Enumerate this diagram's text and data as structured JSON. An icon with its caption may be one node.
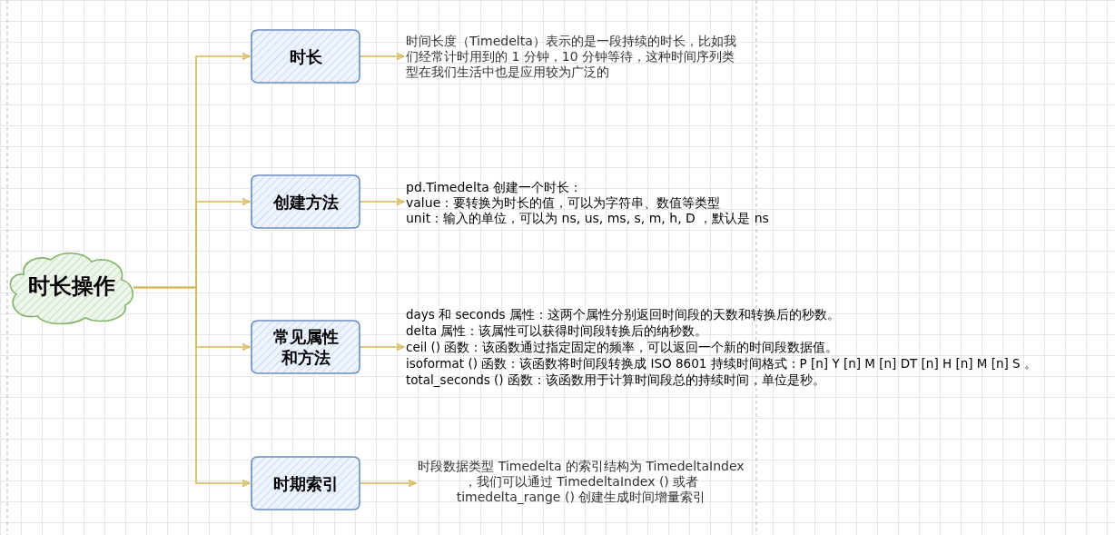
{
  "diagram": {
    "nodes": [
      {
        "text": [
          "时长操作"
        ]
      },
      {
        "text": [
          "时长"
        ]
      },
      {
        "text": [
          "创建方法"
        ]
      },
      {
        "text": [
          "常见属性和方法"
        ]
      },
      {
        "text": [
          "时期索引"
        ]
      },
      {
        "text": [
          "时间长度（Timedelta）表示的是一段持续的时长，比如我们经常计时用到的 1 分钟，10 分钟等待，这种时间序列类型在我们生活中也是应用较为广泛的"
        ]
      },
      {
        "text": [
          "pd.Timedelta 创建一个时长：",
          "value：要转换为时长的值，可以为字符串、数值等类型",
          "unit：输入的单位，可以为 ns, us, ms, s, m, h, D ，默认是 ns"
        ]
      },
      {
        "text": [
          "days 和 seconds 属性：这两个属性分别返回时间段的天数和转换后的秒数。",
          "delta 属性：该属性可以获得时间段转换后的纳秒数。",
          "ceil () 函数：该函数通过指定固定的频率，可以返回一个新的时间段数据值。",
          "isoformat () 函数：该函数将时间段转换成 ISO 8601 持续时间格式：P [n] Y [n] M [n] DT [n] H [n] M [n] S 。",
          "total_seconds () 函数：该函数用于计算时间段总的持续时间，单位是秒。"
        ]
      },
      {
        "text": [
          "时段数据类型 Timedelta 的索引结构为 TimedeltaIndex ，我们可以通过 TimedeltaIndex () 或者 timedelta_range () 创建生成时间增量索引"
        ]
      }
    ],
    "edges": [
      {
        "from": 0,
        "to": 1,
        "arrow": "to"
      },
      {
        "from": 0,
        "to": 2,
        "arrow": "to"
      },
      {
        "from": 0,
        "to": 3,
        "arrow": "to"
      },
      {
        "from": 0,
        "to": 4,
        "arrow": "to"
      },
      {
        "from": 1,
        "to": 5,
        "arrow": "to"
      },
      {
        "from": 2,
        "to": 6,
        "arrow": "to"
      },
      {
        "from": 3,
        "to": 7,
        "arrow": "to"
      },
      {
        "from": 4,
        "to": 8,
        "arrow": "to"
      }
    ]
  }
}
